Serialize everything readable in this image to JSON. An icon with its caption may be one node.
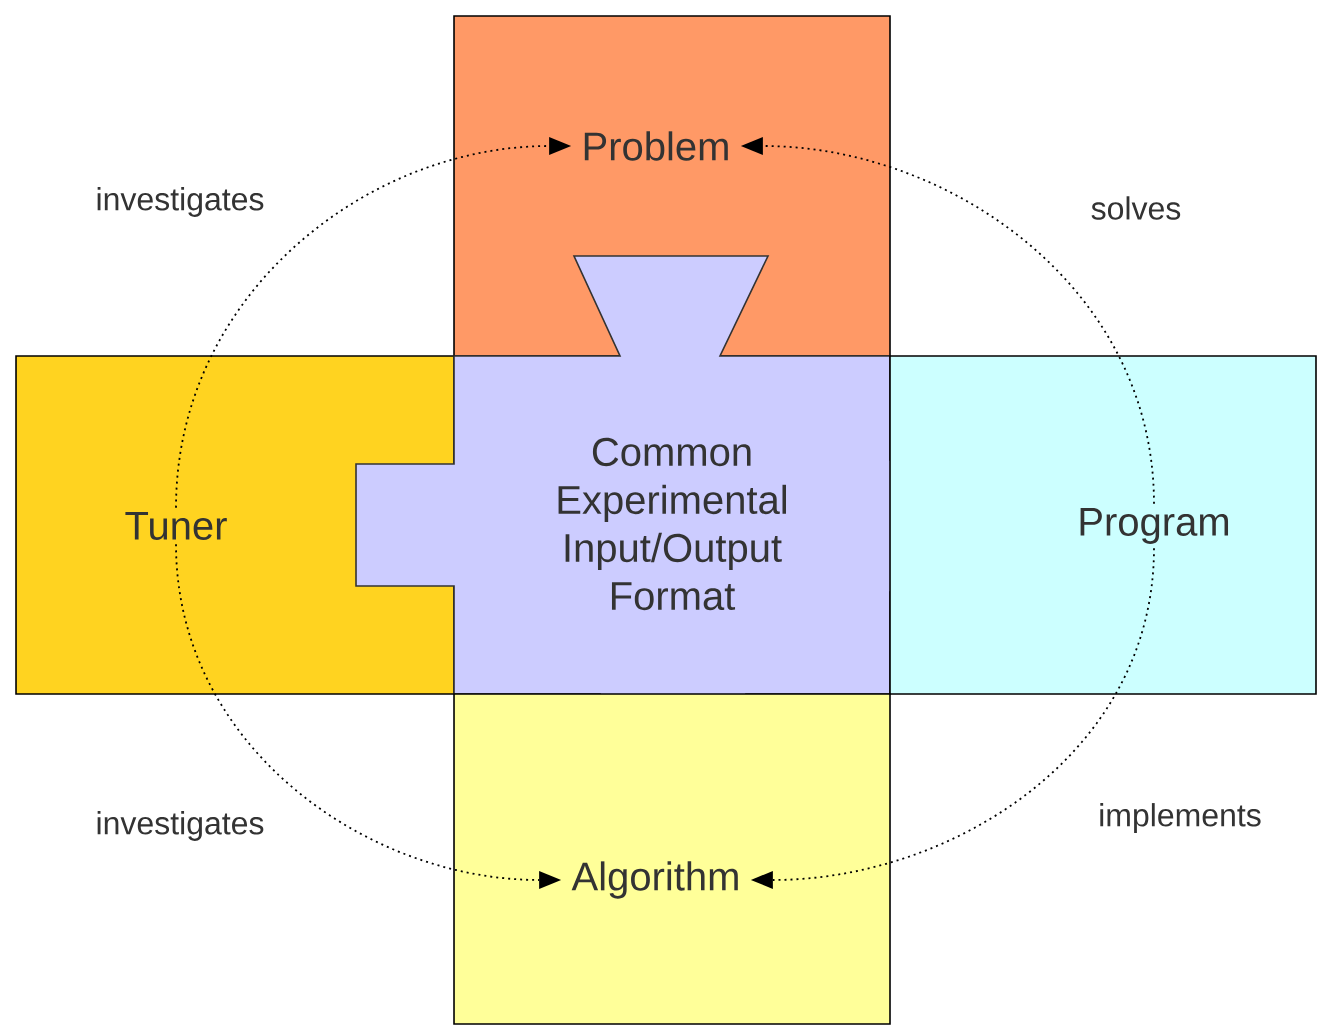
{
  "diagram": {
    "nodes": [
      {
        "text": [
          "Problem"
        ]
      },
      {
        "text": [
          "Tuner"
        ]
      },
      {
        "text": [
          "Common Experimental Input/Output Format"
        ]
      },
      {
        "text": [
          "Program"
        ]
      },
      {
        "text": [
          "Algorithm"
        ]
      }
    ],
    "edges": [
      {
        "from": 1,
        "to": 0,
        "arrow": "to",
        "label": "investigates"
      },
      {
        "from": 3,
        "to": 0,
        "arrow": "to",
        "label": "solves"
      },
      {
        "from": 1,
        "to": 4,
        "arrow": "to",
        "label": "investigates"
      },
      {
        "from": 3,
        "to": 4,
        "arrow": "to",
        "label": "implements"
      }
    ]
  }
}
